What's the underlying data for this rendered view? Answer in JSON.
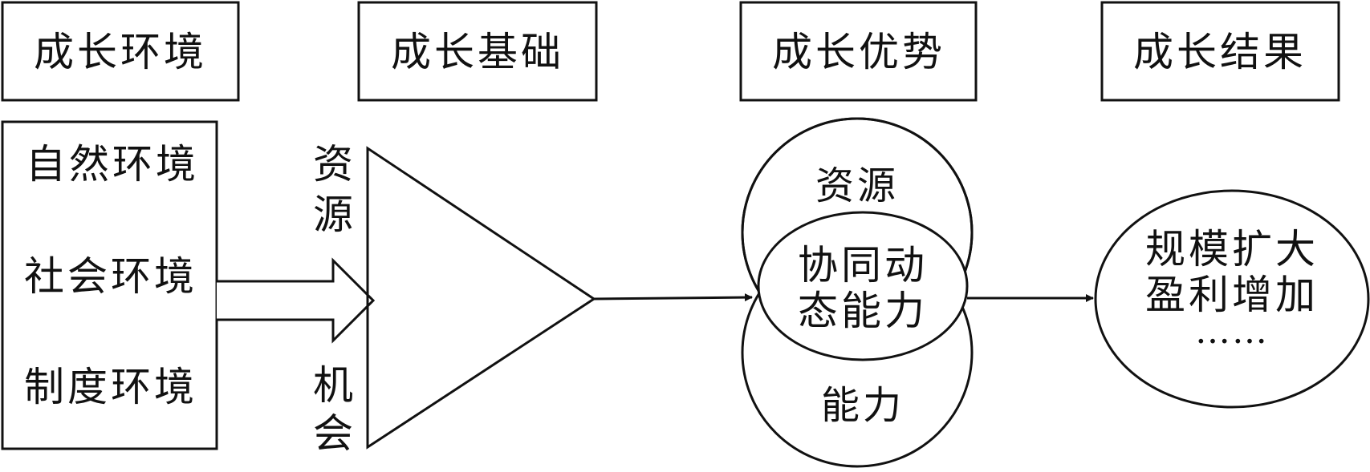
{
  "headers": {
    "environment": "成长环境",
    "foundation": "成长基础",
    "advantage": "成长优势",
    "result": "成长结果"
  },
  "environment_box": {
    "items": [
      "自然环境",
      "社会环境",
      "制度环境"
    ]
  },
  "foundation": {
    "resource_label": [
      "资",
      "源"
    ],
    "opportunity_label": [
      "机",
      "会"
    ]
  },
  "advantage": {
    "top": "资源",
    "center": [
      "协同动",
      "态能力"
    ],
    "bottom": "能力"
  },
  "result": {
    "lines": [
      "规模扩大",
      "盈利增加",
      "……"
    ]
  }
}
